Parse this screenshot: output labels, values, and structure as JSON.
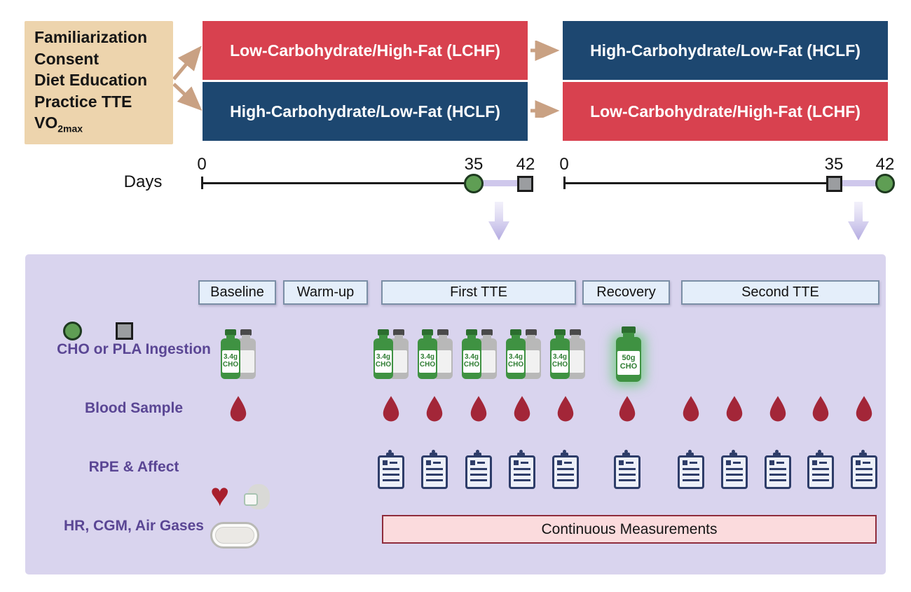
{
  "intro_box": {
    "lines": [
      "Familiarization",
      "Consent",
      "Diet Education",
      "Practice TTE"
    ],
    "vo2_base": "VO",
    "vo2_sub": "2max"
  },
  "period1": {
    "top_label": "Low-Carbohydrate/High-Fat (LCHF)",
    "bottom_label": "High-Carbohydrate/Low-Fat (HCLF)"
  },
  "period2": {
    "top_label": "High-Carbohydrate/Low-Fat (HCLF)",
    "bottom_label": "Low-Carbohydrate/High-Fat (LCHF)"
  },
  "timeline": {
    "axis_label": "Days",
    "period1": {
      "start": "0",
      "mid": "35",
      "end": "42",
      "mid_marker": "green-circle",
      "end_marker": "gray-square"
    },
    "period2": {
      "start": "0",
      "mid": "35",
      "end": "42",
      "mid_marker": "gray-square",
      "end_marker": "green-circle"
    }
  },
  "phases": {
    "baseline": "Baseline",
    "warmup": "Warm-up",
    "first_tte": "First TTE",
    "recovery": "Recovery",
    "second_tte": "Second TTE"
  },
  "rows": {
    "ingestion": {
      "label": "CHO or PLA Ingestion",
      "small_bottle": {
        "line1": "3.4g",
        "line2": "CHO"
      },
      "large_bottle": {
        "line1": "50g",
        "line2": "CHO"
      },
      "baseline_count": 1,
      "first_tte_count": 5,
      "recovery_count": 1
    },
    "blood": {
      "label": "Blood Sample",
      "baseline_count": 1,
      "first_tte_count": 5,
      "recovery_count": 1,
      "second_tte_count": 5
    },
    "rpe": {
      "label": "RPE & Affect",
      "first_tte_count": 5,
      "recovery_count": 1,
      "second_tte_count": 5
    },
    "continuous": {
      "label": "HR, CGM, Air Gases",
      "bar_label": "Continuous Measurements"
    }
  },
  "colors": {
    "lchf_red": "#d8414f",
    "hclf_navy": "#1d4770",
    "tan_box": "#edd4ad",
    "arrow_tan": "#c9a183",
    "panel_lavender": "#d9d4ee",
    "lavender_segment": "#cfc8ec",
    "phase_fill": "#e4eefa",
    "phase_border": "#7b8fa6",
    "label_purple": "#5a4694",
    "blood_red": "#a32638",
    "clip_navy": "#2e3d69",
    "pink_fill": "#fbdbdd",
    "pink_border": "#8f2c3c",
    "green_marker": "#5f9e54",
    "gray_marker": "#9b9da0",
    "bottle_green": "#3f9242",
    "bottle_gray": "#b8b8b8"
  }
}
